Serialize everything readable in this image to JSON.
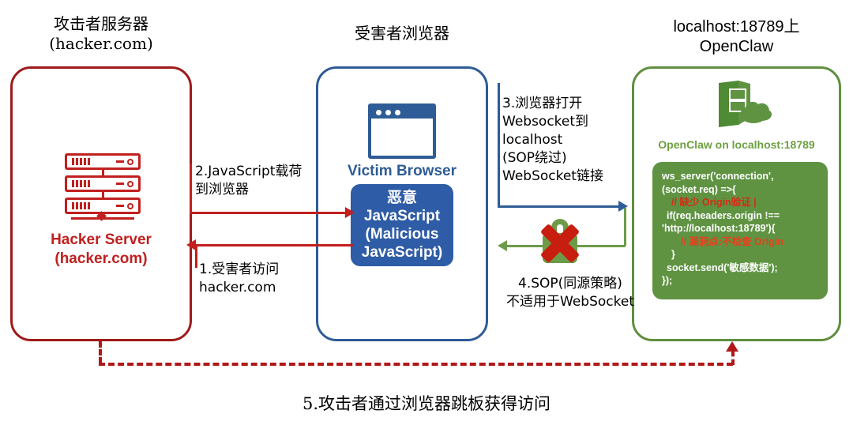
{
  "diagram": {
    "bottom_caption": "5.攻击者通过浏览器跳板获得访问"
  },
  "attacker": {
    "title": "攻击者服务器\n(hacker.com)",
    "icon": "server-rack-icon",
    "icon_caption": "Hacker Server\n(hacker.com)",
    "border_color": "#9e1a1a",
    "accent_color": "#c0201f"
  },
  "victim": {
    "title": "受害者浏览器",
    "icon": "browser-window-icon",
    "icon_caption": "Victim Browser",
    "border_color": "#2e5c96",
    "accent_color": "#2f5ca6",
    "js_block": {
      "line1": "恶意",
      "line2": "JavaScript",
      "line3": "(Malicious",
      "line4": "JavaScript)"
    }
  },
  "server": {
    "title": "localhost:18789上\nOpenClaw",
    "icon": "openclaw-cloud-icon",
    "icon_caption": "OpenClaw on localhost:18789",
    "border_color": "#5f8f3e",
    "accent_color": "#5f9342",
    "code": {
      "l1": "ws_server('connection',",
      "l2": "(socket.req) =>{",
      "l3_comment": "// 缺少 Origin验证 |",
      "l4": "if(req.headers.origin !==",
      "l5": "'http://localhost:18789'){",
      "l6_comment": "// 漏洞点:不检查 Origin",
      "l7": "}",
      "l8": "socket.send('敏感数据');",
      "l9": "});"
    }
  },
  "steps": {
    "step1": "1.受害者访问\nhacker.com",
    "step2": "2.JavaScript载荷\n到浏览器",
    "step3": "3.浏览器打开\nWebsocket到\nlocalhost\n(SOP绕过)\nWebSocket链接",
    "step4": "4.SOP(同源策略)\n不适用于WebSocket"
  },
  "lock": {
    "icon": "padlock-blocked-icon",
    "lock_color": "#6d9b4a",
    "x_color": "#c81e0f"
  }
}
